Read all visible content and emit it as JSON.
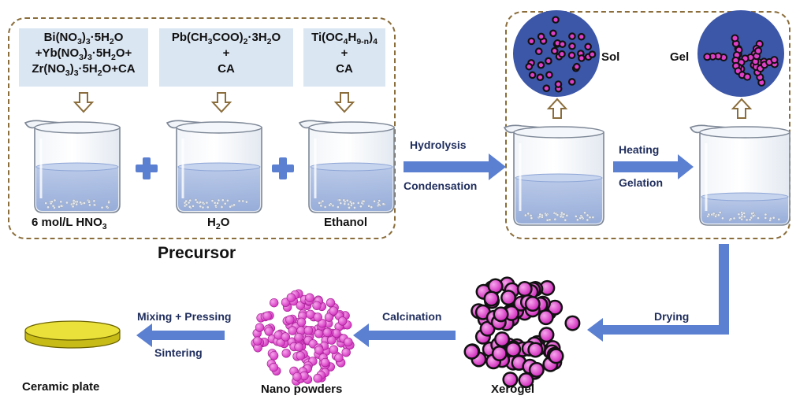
{
  "precursor": {
    "title": "Precursor",
    "reagents": [
      {
        "lines": [
          "Bi(NO3)3·5H2O",
          "+Yb(NO3)3·5H2O+",
          "Zr(NO3)3·5H2O+CA"
        ]
      },
      {
        "lines": [
          "Pb(CH3COO)2·3H2O",
          "+",
          "CA"
        ]
      },
      {
        "lines": [
          "Ti(OC4H9-n)4",
          "+",
          "CA"
        ]
      }
    ],
    "solvents": [
      "6 mol/L HNO3",
      "H2O",
      "Ethanol"
    ]
  },
  "steps": {
    "hydrolysis": "Hydrolysis",
    "condensation": "Condensation",
    "heating": "Heating",
    "gelation": "Gelation",
    "drying": "Drying",
    "calcination": "Calcination",
    "mixing_pressing": "Mixing + Pressing",
    "sintering": "Sintering"
  },
  "states": {
    "sol": "Sol",
    "gel": "Gel",
    "xerogel": "Xerogel",
    "nano_powders": "Nano powders",
    "ceramic_plate": "Ceramic plate"
  },
  "colors": {
    "arrow": "#5b7fd1",
    "particle": "#e040c8",
    "bubble": "#3c56a8",
    "liquid": "#9fb4dc",
    "dash": "#8a6d3b",
    "plate": "#e8dd2e"
  }
}
